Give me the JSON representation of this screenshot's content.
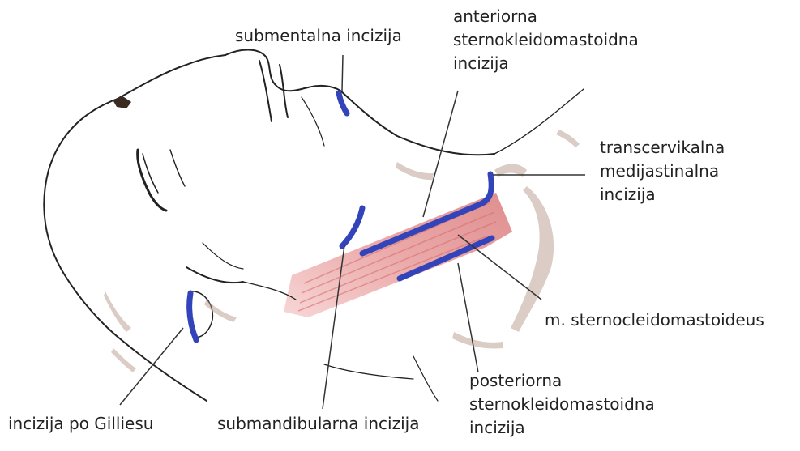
{
  "labels": {
    "submental": "submentalna incizija",
    "anterior": [
      "anteriorna",
      "sternokleidomastoidna",
      "incizija"
    ],
    "transcervical": [
      "transcervikalna",
      "medijastinalna",
      "incizija"
    ],
    "muscle": "m. sternocleidomastoideus",
    "posterior": [
      "posteriorna",
      "sternokleidomastoidna",
      "incizija"
    ],
    "submandibular": "submandibularna incizija",
    "gillies": "incizija po Gilliesu"
  },
  "colors": {
    "incision": "#3344bb",
    "muscle": "#e8a0a0",
    "outline": "#222222",
    "shading": "#b09080",
    "leader": "#333333"
  }
}
